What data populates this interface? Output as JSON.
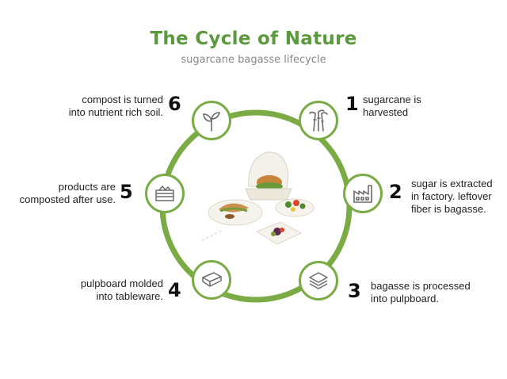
{
  "header": {
    "title": "The Cycle of Nature",
    "subtitle": "sugarcane bagasse lifecycle"
  },
  "colors": {
    "accent": "#7aab45",
    "title": "#5a9a3c",
    "icon": "#6b6b6b"
  },
  "steps": [
    {
      "number": "1",
      "icon": "sugarcane-icon",
      "lines": [
        "sugarcane is",
        "harvested"
      ]
    },
    {
      "number": "2",
      "icon": "factory-icon",
      "lines": [
        "sugar is extracted",
        "in factory. leftover",
        "fiber is bagasse."
      ]
    },
    {
      "number": "3",
      "icon": "pulpboard-stack-icon",
      "lines": [
        "bagasse is processed",
        "into pulpboard."
      ]
    },
    {
      "number": "4",
      "icon": "tableware-container-icon",
      "lines": [
        "pulpboard molded",
        "into tableware."
      ]
    },
    {
      "number": "5",
      "icon": "compost-bin-icon",
      "lines": [
        "products are",
        "composted after use."
      ]
    },
    {
      "number": "6",
      "icon": "sprout-icon",
      "lines": [
        "compost is turned",
        "into nutrient rich soil."
      ]
    }
  ]
}
